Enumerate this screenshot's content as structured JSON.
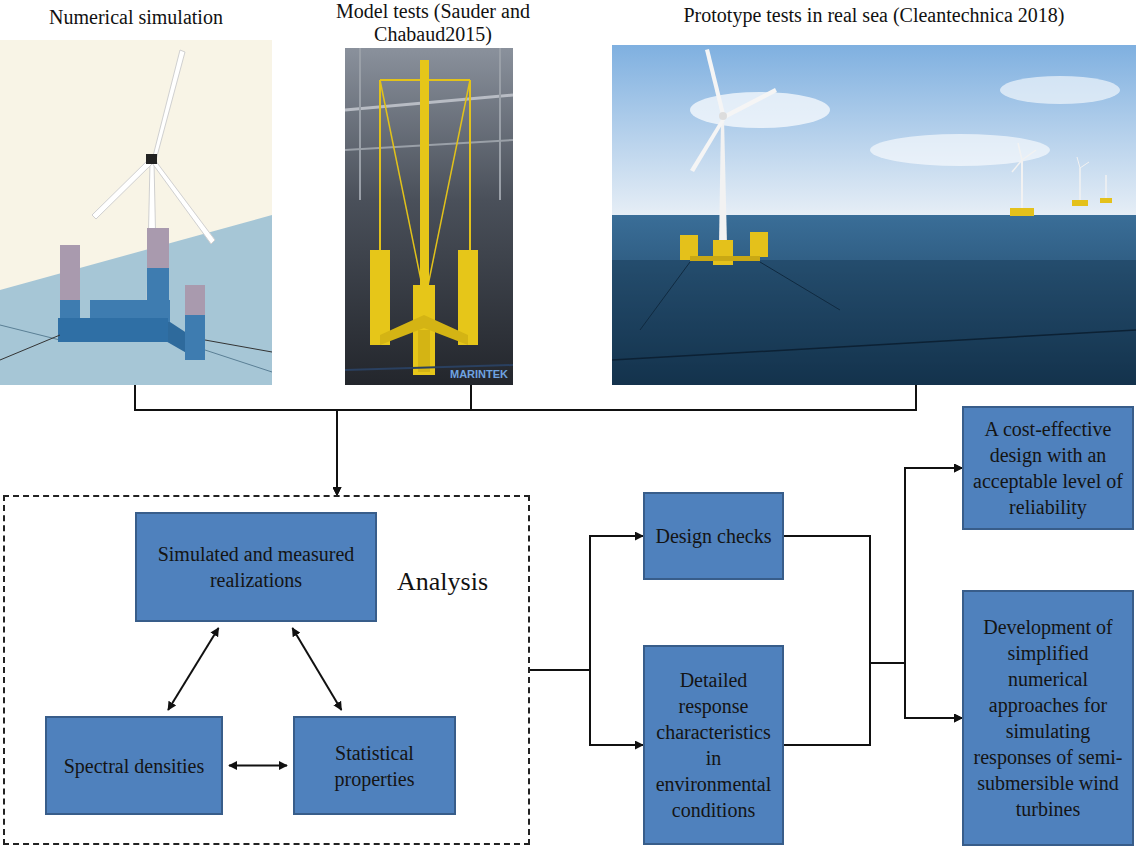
{
  "diagram": {
    "nodes": [
      {
        "text": [
          "Numerical simulation"
        ]
      },
      {
        "text": [
          "Model tests (Sauder and Chabaud2015)"
        ]
      },
      {
        "text": [
          "Prototype tests in real sea (Cleantechnica 2018)"
        ]
      },
      {
        "text": [
          "Analysis"
        ]
      },
      {
        "text": [
          "Simulated and measured realizations"
        ],
        "in": 3
      },
      {
        "text": [
          "Spectral densities"
        ],
        "in": 3
      },
      {
        "text": [
          "Statistical properties"
        ],
        "in": 3
      },
      {
        "text": [
          "Design checks"
        ]
      },
      {
        "text": [
          "Detailed response characteristics in environmental conditions"
        ]
      },
      {
        "text": [
          "A cost-effective design with an acceptable level of reliability"
        ]
      },
      {
        "text": [
          "Development of simplified numerical approaches for simulating responses of semi-submersible wind turbines"
        ]
      }
    ],
    "edges": [
      {
        "from": 0,
        "to": 3,
        "arrow": "to"
      },
      {
        "from": 1,
        "to": 3,
        "arrow": "to"
      },
      {
        "from": 2,
        "to": 3,
        "arrow": "to"
      },
      {
        "from": 4,
        "to": 5,
        "arrow": "both"
      },
      {
        "from": 4,
        "to": 6,
        "arrow": "both"
      },
      {
        "from": 5,
        "to": 6,
        "arrow": "both"
      },
      {
        "from": 3,
        "to": 7,
        "arrow": "to"
      },
      {
        "from": 3,
        "to": 8,
        "arrow": "to"
      },
      {
        "from": 7,
        "to": 9,
        "arrow": "to"
      },
      {
        "from": 7,
        "to": 10,
        "arrow": "to"
      },
      {
        "from": 8,
        "to": 9,
        "arrow": "to"
      },
      {
        "from": 8,
        "to": 10,
        "arrow": "to"
      }
    ],
    "labels": [
      "MARINTEK"
    ]
  }
}
